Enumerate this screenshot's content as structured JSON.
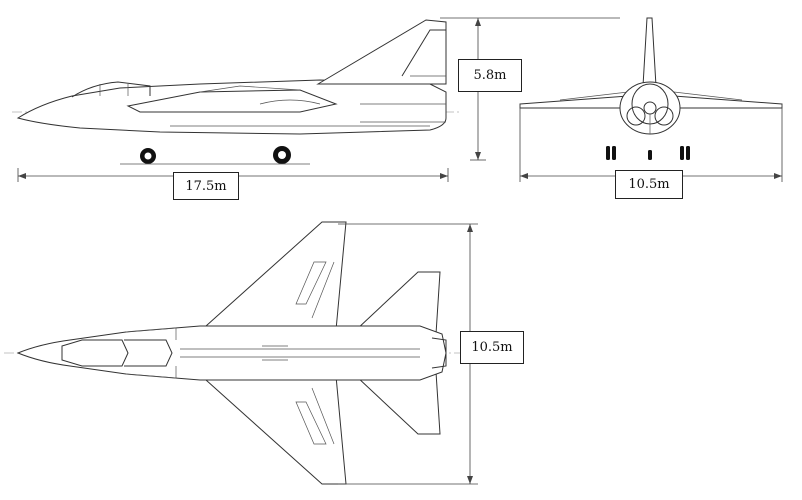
{
  "dimensions": {
    "length": "17.5m",
    "height": "5.8m",
    "span_front": "10.5m",
    "span_top": "10.5m"
  }
}
